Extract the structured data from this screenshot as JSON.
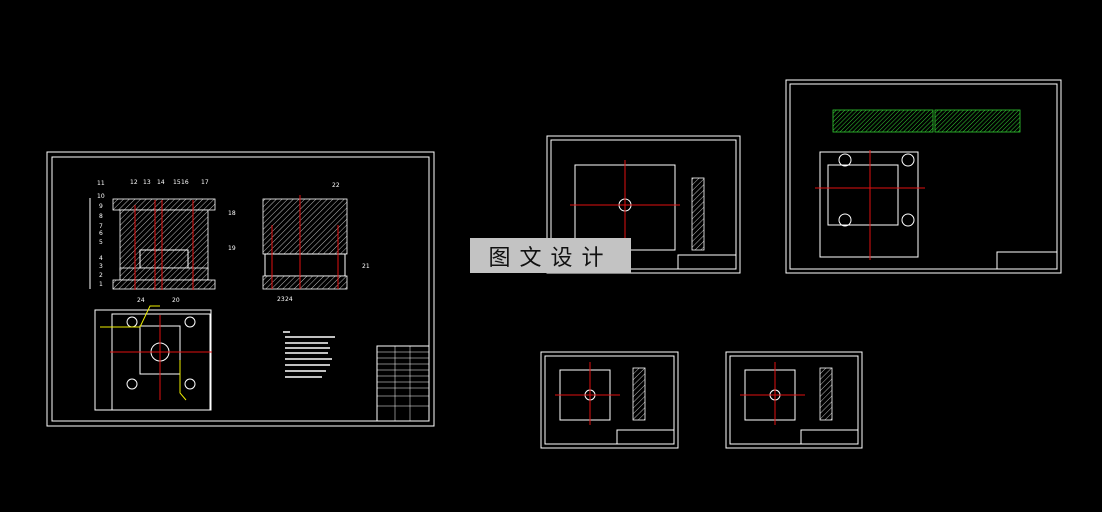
{
  "watermark": {
    "text": "图文设计",
    "background": "#c3c3c3"
  },
  "canvas": {
    "background": "#000000"
  },
  "colors": {
    "outline": "#ffffff",
    "centerline": "#e01010",
    "dimension": "#eeee00",
    "section_hatch_green": "#33cc33"
  },
  "assembly_sheet": {
    "balloons_top": [
      "11",
      "12",
      "13",
      "14",
      "15",
      "16",
      "17"
    ],
    "balloons_left": [
      "10",
      "9",
      "8",
      "7",
      "6",
      "5",
      "4",
      "3",
      "2",
      "1"
    ],
    "balloons_right": [
      "18",
      "19"
    ],
    "balloons_bottom": [
      "24",
      "20"
    ],
    "side_view_balloons": [
      "22",
      "21",
      "23",
      "24"
    ]
  }
}
